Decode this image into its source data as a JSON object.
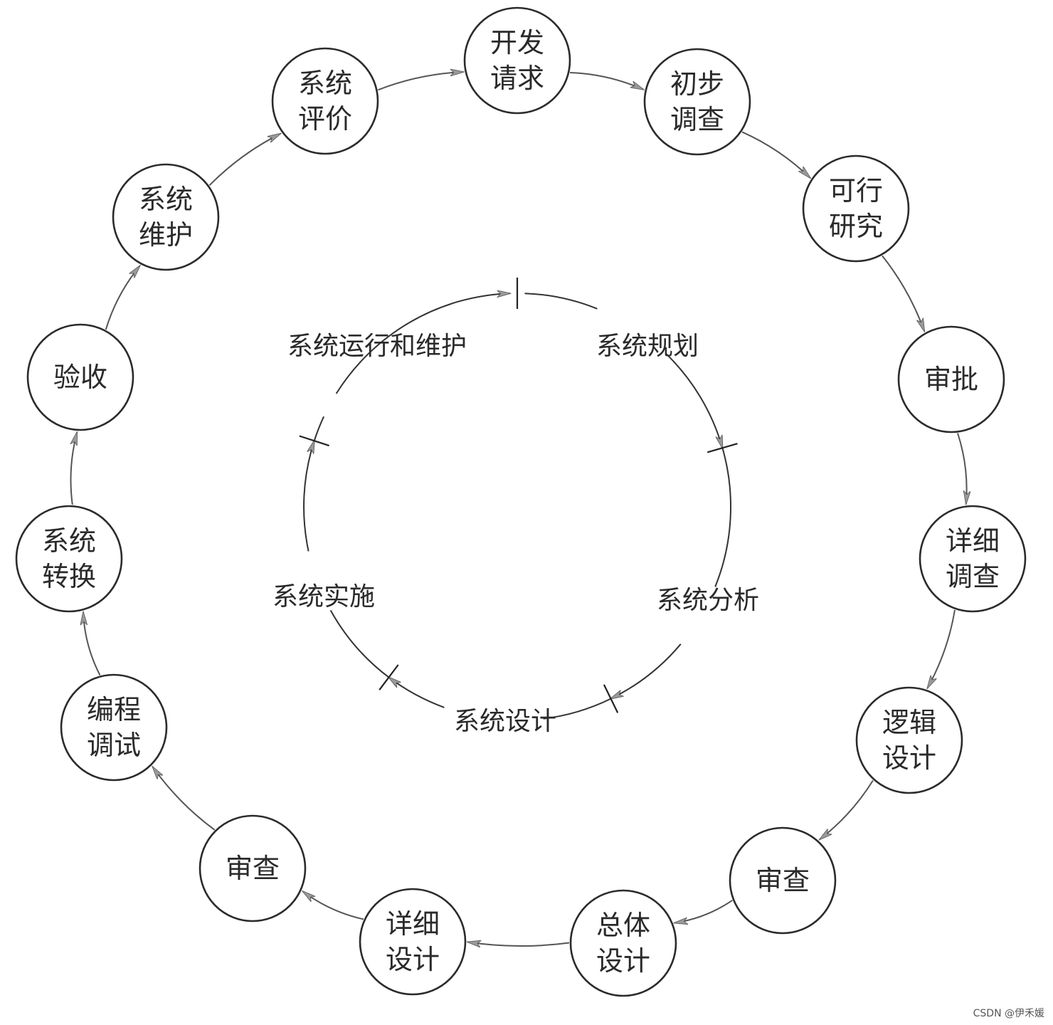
{
  "outer_cycle": {
    "nodes": [
      {
        "id": "dev-request",
        "lines": [
          "开发",
          "请求"
        ]
      },
      {
        "id": "prelim-survey",
        "lines": [
          "初步",
          "调查"
        ]
      },
      {
        "id": "feasibility-study",
        "lines": [
          "可行",
          "研究"
        ]
      },
      {
        "id": "approval",
        "lines": [
          "审批"
        ]
      },
      {
        "id": "detailed-survey",
        "lines": [
          "详细",
          "调查"
        ]
      },
      {
        "id": "logical-design",
        "lines": [
          "逻辑",
          "设计"
        ]
      },
      {
        "id": "review-1",
        "lines": [
          "审查"
        ]
      },
      {
        "id": "overall-design",
        "lines": [
          "总体",
          "设计"
        ]
      },
      {
        "id": "detailed-design",
        "lines": [
          "详细",
          "设计"
        ]
      },
      {
        "id": "review-2",
        "lines": [
          "审查"
        ]
      },
      {
        "id": "coding-debugging",
        "lines": [
          "编程",
          "调试"
        ]
      },
      {
        "id": "system-conversion",
        "lines": [
          "系统",
          "转换"
        ]
      },
      {
        "id": "acceptance",
        "lines": [
          "验收"
        ]
      },
      {
        "id": "system-maintenance",
        "lines": [
          "系统",
          "维护"
        ]
      },
      {
        "id": "system-evaluation",
        "lines": [
          "系统",
          "评价"
        ]
      }
    ],
    "direction": "clockwise"
  },
  "inner_cycle": {
    "phases": [
      {
        "id": "planning",
        "label": "系统规划"
      },
      {
        "id": "analysis",
        "label": "系统分析"
      },
      {
        "id": "design",
        "label": "系统设计"
      },
      {
        "id": "implementation",
        "label": "系统实施"
      },
      {
        "id": "operation",
        "label": "系统运行和维护"
      }
    ],
    "direction": "clockwise"
  },
  "watermark": "CSDN @伊禾媛"
}
